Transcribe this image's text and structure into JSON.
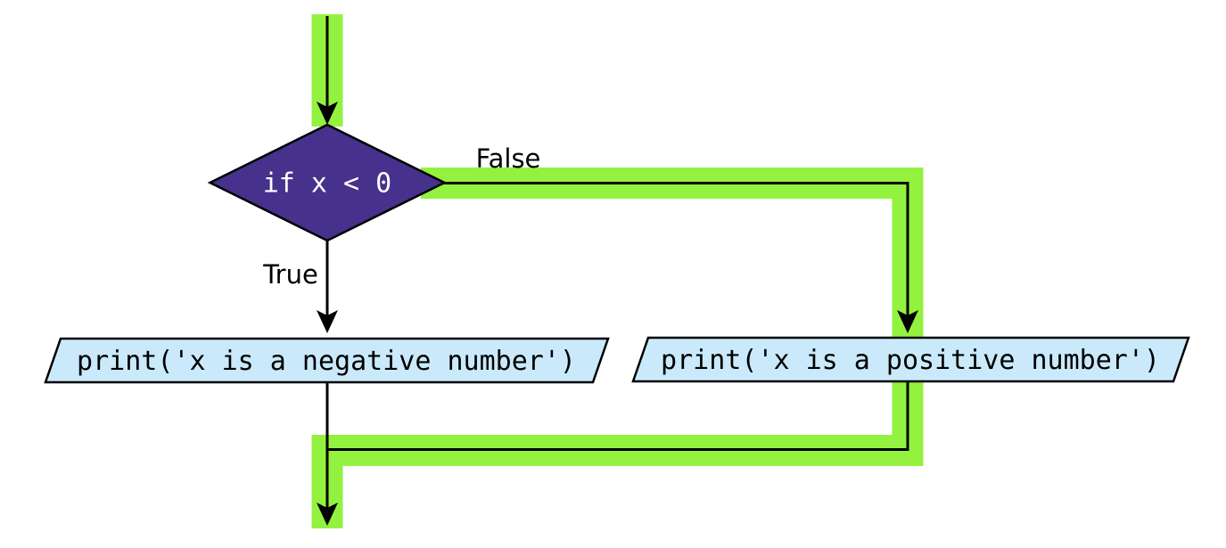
{
  "flowchart": {
    "decision": {
      "label": "if x < 0"
    },
    "true_branch": {
      "label": "True"
    },
    "false_branch": {
      "label": "False"
    },
    "negative_process": {
      "label": "print('x is a negative number')"
    },
    "positive_process": {
      "label": "print('x is a positive number')"
    },
    "colors": {
      "highlight_green": "#93F23F",
      "decision_fill": "#46318C",
      "process_fill": "#CAE9FA",
      "line": "#000000",
      "decision_text": "#FFFFFF",
      "label_text": "#000000"
    }
  }
}
